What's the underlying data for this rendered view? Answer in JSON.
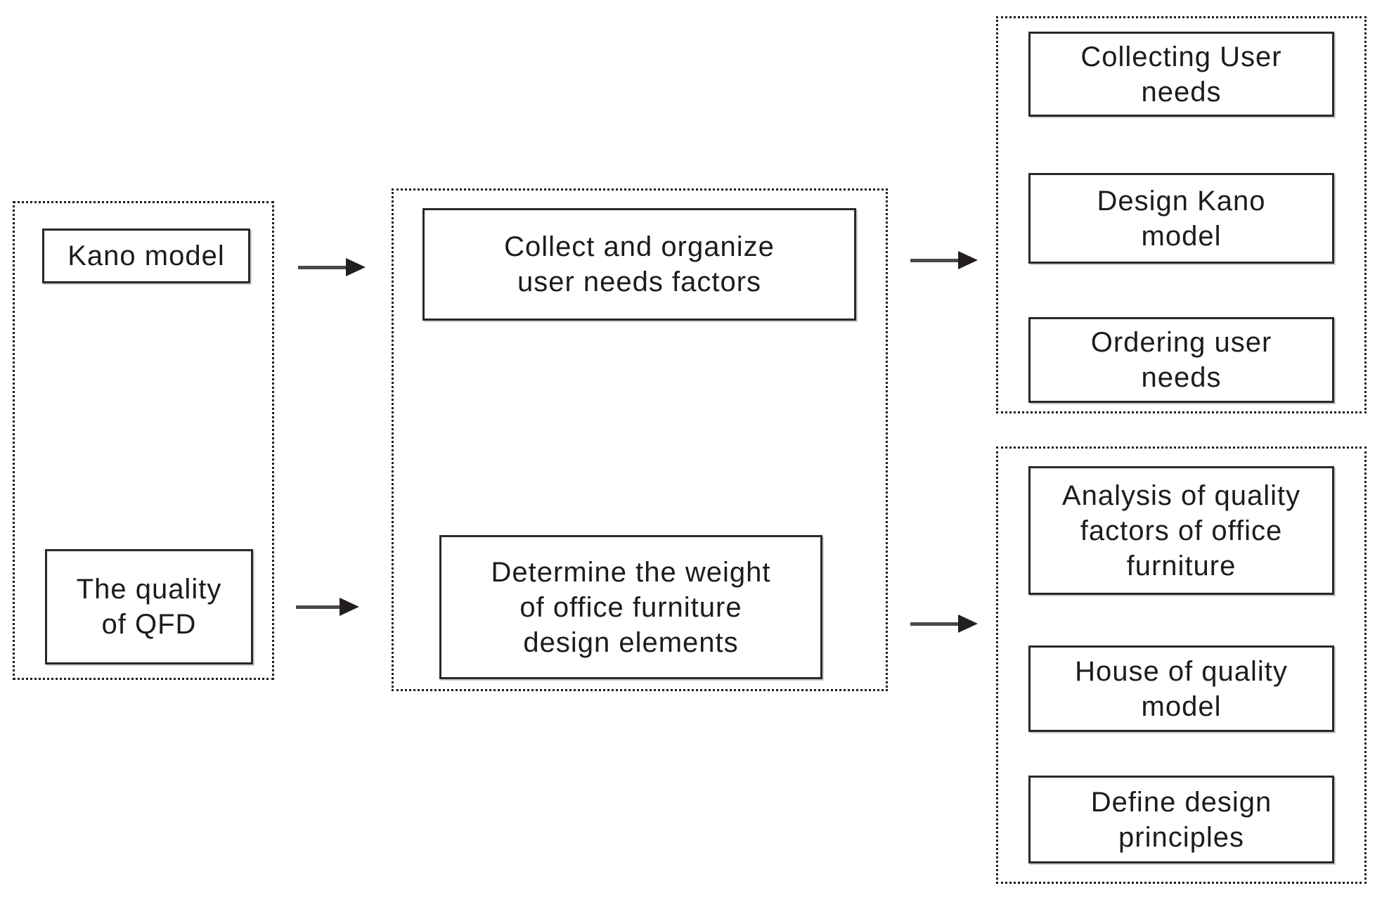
{
  "diagram": {
    "colors": {
      "background": "#ffffff",
      "box_border": "#2b2728",
      "dashed_border": "#1e1e1e",
      "text": "#1c1c1c",
      "arrow_line": "#4a4a4a",
      "arrow_head": "#241f1f"
    },
    "groups": [
      {
        "id": "methods",
        "boxes": [
          {
            "label": "Kano model"
          },
          {
            "label": "The quality\nof QFD"
          }
        ]
      },
      {
        "id": "process",
        "boxes": [
          {
            "label": "Collect and organize\nuser needs factors"
          },
          {
            "label": "Determine the weight\nof office furniture\ndesign elements"
          }
        ]
      },
      {
        "id": "kano-outputs",
        "boxes": [
          {
            "label": "Collecting User\nneeds"
          },
          {
            "label": "Design Kano\nmodel"
          },
          {
            "label": "Ordering user\nneeds"
          }
        ]
      },
      {
        "id": "qfd-outputs",
        "boxes": [
          {
            "label": "Analysis of quality\nfactors of office\nfurniture"
          },
          {
            "label": "House of quality\nmodel"
          },
          {
            "label": "Define design\nprinciples"
          }
        ]
      }
    ],
    "arrows": [
      {
        "from": "Kano model",
        "to": "Collect and organize user needs factors"
      },
      {
        "from": "The quality of QFD",
        "to": "Determine the weight of office furniture design elements"
      },
      {
        "from": "Collect and organize user needs factors",
        "to": "kano-outputs group"
      },
      {
        "from": "Determine the weight of office furniture design elements",
        "to": "qfd-outputs group"
      }
    ]
  }
}
